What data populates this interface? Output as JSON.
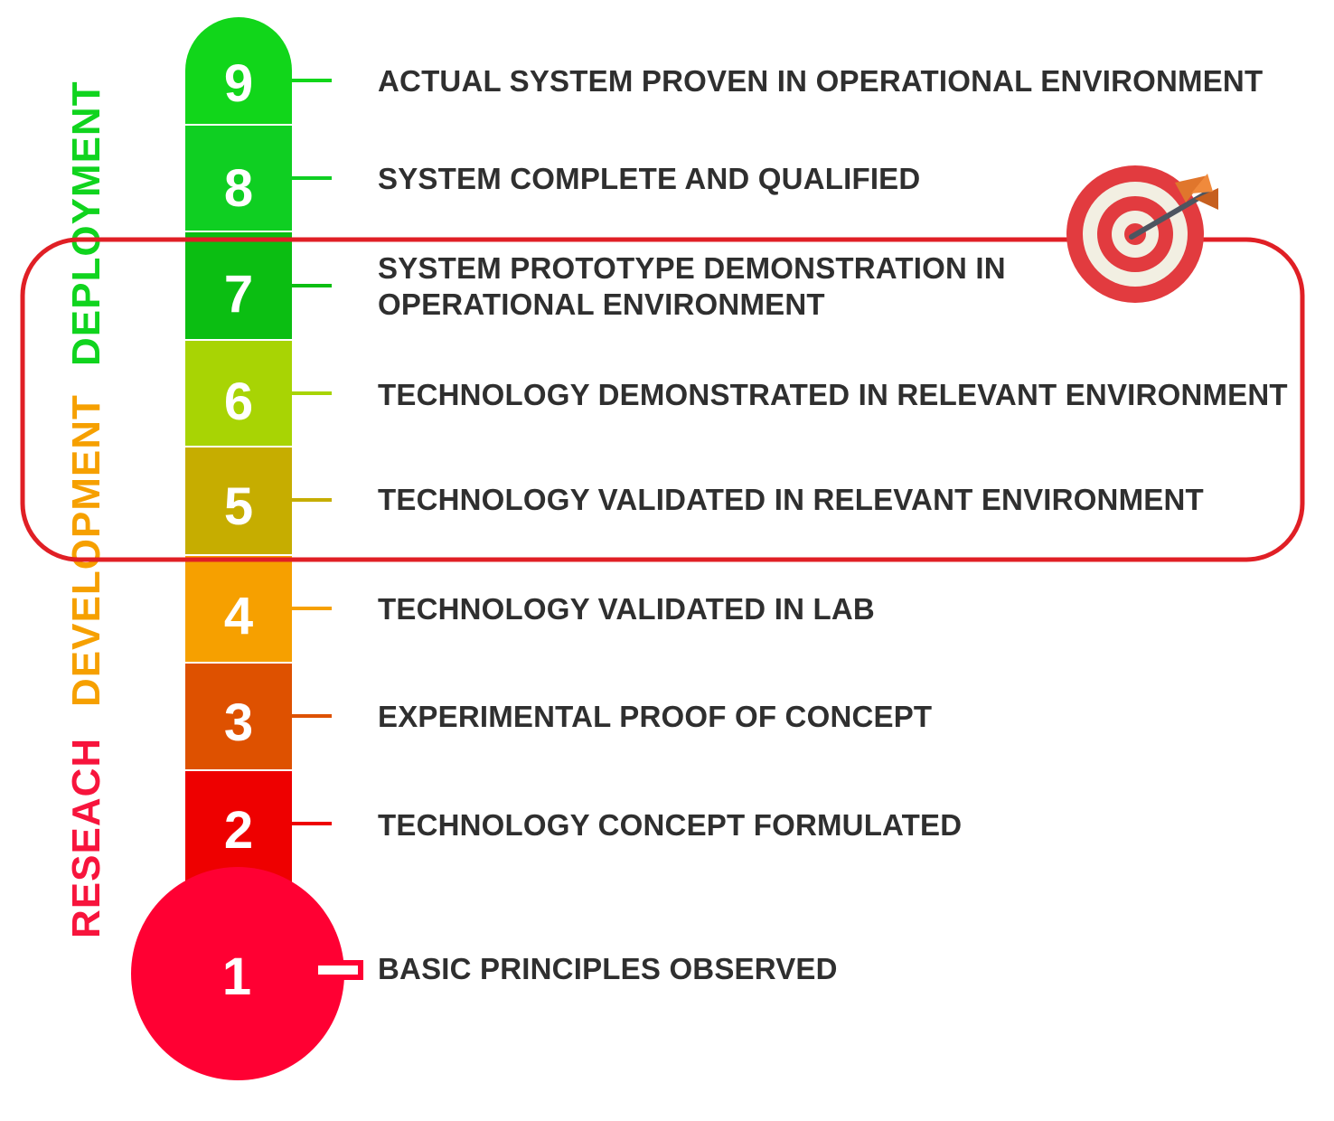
{
  "colors": {
    "level_9": "#11d61a",
    "level_8": "#0fcf22",
    "level_7": "#0bbe12",
    "level_6": "#a8d404",
    "level_5": "#c6ad00",
    "level_4": "#f6a000",
    "level_3": "#de5100",
    "level_2": "#ee0000",
    "level_1": "#ff0033",
    "text": "#2f2f2f",
    "highlight_border": "#e01f25",
    "phase_deployment": "#10d41e",
    "phase_development": "#f6a000",
    "phase_research": "#f7143c"
  },
  "phases": {
    "deployment": "DEPLOYMENT",
    "development": "DEVELOPMENT",
    "research": "RESEACH"
  },
  "levels": [
    {
      "number": "9",
      "description": "ACTUAL SYSTEM PROVEN IN OPERATIONAL ENVIRONMENT"
    },
    {
      "number": "8",
      "description": "SYSTEM COMPLETE AND QUALIFIED"
    },
    {
      "number": "7",
      "description_line1": "SYSTEM PROTOTYPE DEMONSTRATION IN",
      "description_line2": "OPERATIONAL ENVIRONMENT"
    },
    {
      "number": "6",
      "description": "TECHNOLOGY DEMONSTRATED IN RELEVANT ENVIRONMENT"
    },
    {
      "number": "5",
      "description": "TECHNOLOGY VALIDATED IN RELEVANT ENVIRONMENT"
    },
    {
      "number": "4",
      "description": "TECHNOLOGY VALIDATED IN LAB"
    },
    {
      "number": "3",
      "description": "EXPERIMENTAL PROOF OF CONCEPT"
    },
    {
      "number": "2",
      "description": "TECHNOLOGY CONCEPT FORMULATED"
    },
    {
      "number": "1",
      "description": "BASIC PRINCIPLES OBSERVED"
    }
  ],
  "highlight": {
    "levels_from": 5,
    "levels_to": 7,
    "icon": "target-icon"
  }
}
